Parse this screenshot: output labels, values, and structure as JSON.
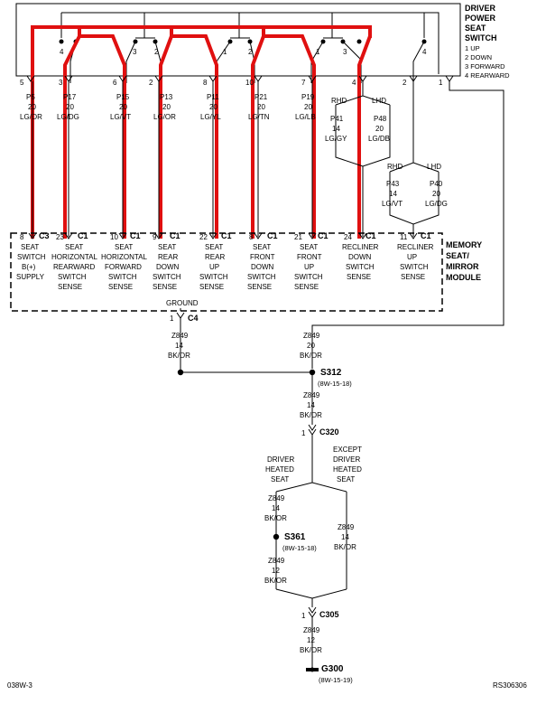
{
  "switch": {
    "title": [
      "DRIVER",
      "POWER",
      "SEAT",
      "SWITCH"
    ],
    "legend": [
      "1 UP",
      "2 DOWN",
      "3 FORWARD",
      "4 REARWARD"
    ],
    "contact_labels": [
      "4",
      "3",
      "2",
      "1",
      "2",
      "1",
      "3",
      "4"
    ],
    "pins": [
      "5",
      "3",
      "6",
      "2",
      "8",
      "10",
      "7",
      "4",
      "2",
      "1"
    ]
  },
  "wires": [
    {
      "code": "P5",
      "gauge": "20",
      "color": "LG/OR"
    },
    {
      "code": "P17",
      "gauge": "20",
      "color": "LG/DG"
    },
    {
      "code": "P15",
      "gauge": "20",
      "color": "LG/VT"
    },
    {
      "code": "P13",
      "gauge": "20",
      "color": "LG/OR"
    },
    {
      "code": "P11",
      "gauge": "20",
      "color": "LG/YL"
    },
    {
      "code": "P21",
      "gauge": "20",
      "color": "LG/TN"
    },
    {
      "code": "P19",
      "gauge": "20",
      "color": "LG/LB"
    }
  ],
  "recliner_down": {
    "rhd": {
      "label": "RHD",
      "code": "P41",
      "gauge": "14",
      "color": "LG/GY"
    },
    "lhd": {
      "label": "LHD",
      "code": "P48",
      "gauge": "20",
      "color": "LG/DB"
    }
  },
  "recliner_up": {
    "rhd": {
      "label": "RHD",
      "code": "P43",
      "gauge": "14",
      "color": "LG/VT"
    },
    "lhd": {
      "label": "LHD",
      "code": "P40",
      "gauge": "20",
      "color": "LG/DG"
    }
  },
  "module": {
    "title": [
      "MEMORY",
      "SEAT/",
      "MIRROR",
      "MODULE"
    ],
    "pins": [
      {
        "num": "8",
        "conn": "C3",
        "label": [
          "SEAT",
          "SWITCH",
          "B(+)",
          "SUPPLY"
        ]
      },
      {
        "num": "23",
        "conn": "C1",
        "label": [
          "SEAT",
          "HORIZONTAL",
          "REARWARD",
          "SWITCH",
          "SENSE"
        ]
      },
      {
        "num": "10",
        "conn": "C1",
        "label": [
          "SEAT",
          "HORIZONTAL",
          "FORWARD",
          "SWITCH",
          "SENSE"
        ]
      },
      {
        "num": "9",
        "conn": "C1",
        "label": [
          "SEAT",
          "REAR",
          "DOWN",
          "SWITCH",
          "SENSE"
        ]
      },
      {
        "num": "22",
        "conn": "C1",
        "label": [
          "SEAT",
          "REAR",
          "UP",
          "SWITCH",
          "SENSE"
        ]
      },
      {
        "num": "8",
        "conn": "C1",
        "label": [
          "SEAT",
          "FRONT",
          "DOWN",
          "SWITCH",
          "SENSE"
        ]
      },
      {
        "num": "21",
        "conn": "C1",
        "label": [
          "SEAT",
          "FRONT",
          "UP",
          "SWITCH",
          "SENSE"
        ]
      },
      {
        "num": "24",
        "conn": "C1",
        "label": [
          "RECLINER",
          "DOWN",
          "SWITCH",
          "SENSE"
        ]
      },
      {
        "num": "11",
        "conn": "C1",
        "label": [
          "RECLINER",
          "UP",
          "SWITCH",
          "SENSE"
        ]
      }
    ],
    "ground_label": "GROUND",
    "ground_pin": "1",
    "ground_conn": "C4"
  },
  "ground": {
    "left_wire": {
      "code": "Z849",
      "gauge": "14",
      "color": "BK/OR"
    },
    "right_wire": {
      "code": "Z849",
      "gauge": "20",
      "color": "BK/OR"
    },
    "s312": {
      "name": "S312",
      "ref": "(8W-15-18)"
    },
    "wire_s312": {
      "code": "Z849",
      "gauge": "14",
      "color": "BK/OR"
    },
    "c320": {
      "pin": "1",
      "name": "C320"
    },
    "heated": [
      "DRIVER",
      "HEATED",
      "SEAT"
    ],
    "except_heated": [
      "EXCEPT",
      "DRIVER",
      "HEATED",
      "SEAT"
    ],
    "wire_heated": {
      "code": "Z849",
      "gauge": "14",
      "color": "BK/OR"
    },
    "wire_except": {
      "code": "Z849",
      "gauge": "14",
      "color": "BK/OR"
    },
    "s361": {
      "name": "S361",
      "ref": "(8W-15-18)"
    },
    "wire_s361": {
      "code": "Z849",
      "gauge": "12",
      "color": "BK/OR"
    },
    "c305": {
      "pin": "1",
      "name": "C305"
    },
    "wire_c305": {
      "code": "Z849",
      "gauge": "12",
      "color": "BK/OR"
    },
    "g300": {
      "name": "G300",
      "ref": "(8W-15-19)"
    }
  },
  "footer": {
    "left": "038W-3",
    "right": "RS306306"
  }
}
